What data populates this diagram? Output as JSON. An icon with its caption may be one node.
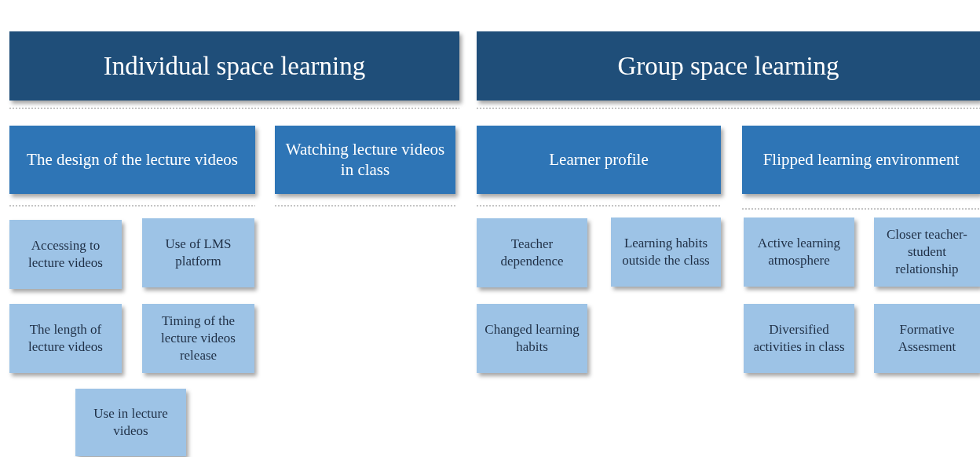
{
  "diagram": {
    "nodes": [
      {
        "text": [
          "Individual space learning"
        ]
      },
      {
        "text": [
          "Group space learning"
        ]
      },
      {
        "text": [
          "The design of the lecture videos"
        ]
      },
      {
        "text": [
          "Watching lecture videos in class"
        ]
      },
      {
        "text": [
          "Learner profile"
        ]
      },
      {
        "text": [
          "Flipped learning environment"
        ]
      },
      {
        "text": [
          "Accessing to lecture videos"
        ]
      },
      {
        "text": [
          "Use of LMS platform"
        ]
      },
      {
        "text": [
          "Teacher dependence"
        ]
      },
      {
        "text": [
          "Learning habits outside the class"
        ]
      },
      {
        "text": [
          "Active learning atmosphere"
        ]
      },
      {
        "text": [
          "Closer teacher-student relationship"
        ]
      },
      {
        "text": [
          "The length of lecture videos"
        ]
      },
      {
        "text": [
          "Timing of the lecture videos release"
        ]
      },
      {
        "text": [
          "Changed learning habits"
        ]
      },
      {
        "text": [
          "Diversified activities in class"
        ]
      },
      {
        "text": [
          "Formative Assesment"
        ]
      },
      {
        "text": [
          "Use in lecture videos"
        ]
      }
    ]
  }
}
